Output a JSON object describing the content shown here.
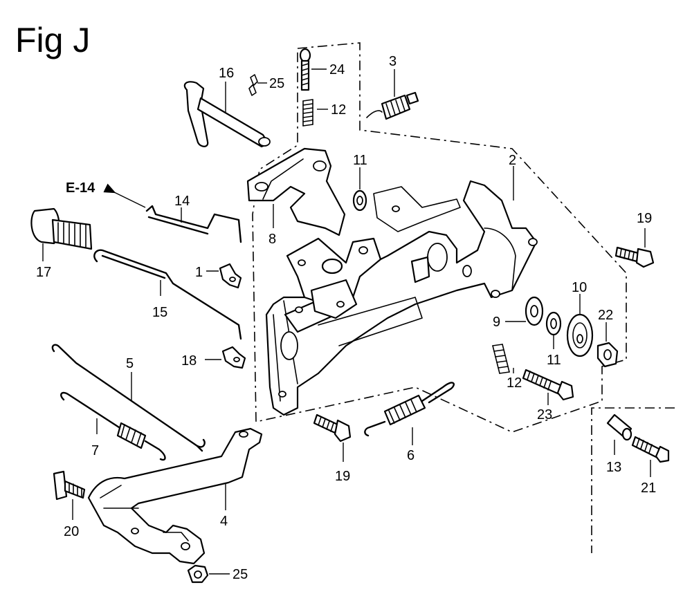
{
  "figure": {
    "title": "Fig J",
    "reference": "E-14"
  },
  "callouts": {
    "c1": "1",
    "c2": "2",
    "c3": "3",
    "c4": "4",
    "c5": "5",
    "c6": "6",
    "c7": "7",
    "c8": "8",
    "c9": "9",
    "c10": "10",
    "c11a": "11",
    "c11b": "11",
    "c12a": "12",
    "c12b": "12",
    "c13": "13",
    "c14": "14",
    "c15": "15",
    "c16": "16",
    "c17": "17",
    "c18": "18",
    "c19a": "19",
    "c19b": "19",
    "c20": "20",
    "c21": "21",
    "c22": "22",
    "c23": "23",
    "c24": "24",
    "c25a": "25",
    "c25b": "25"
  }
}
